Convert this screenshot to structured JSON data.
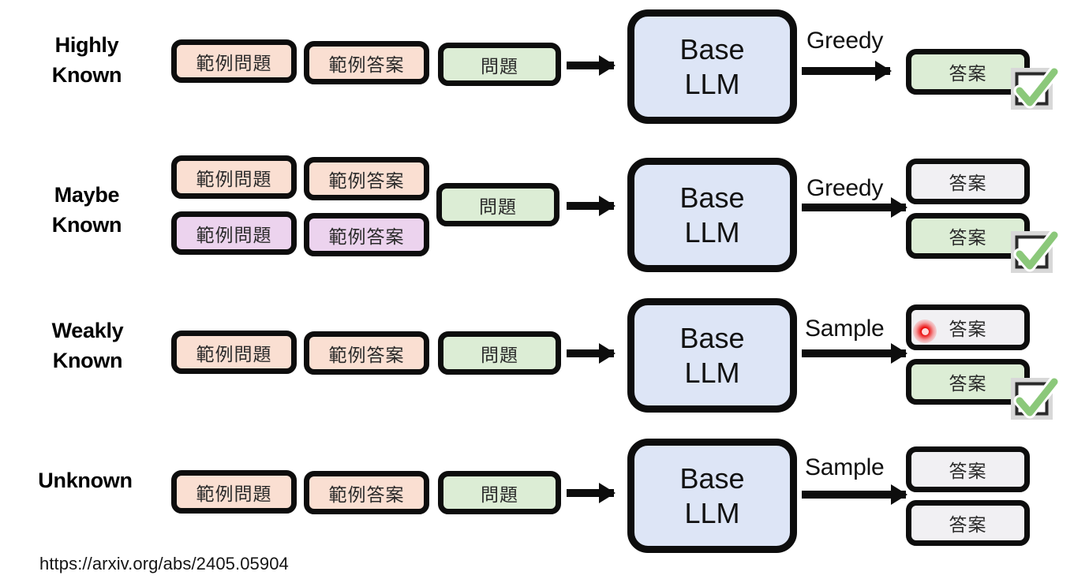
{
  "diagram": {
    "title_rows": [
      {
        "id": "highly-known",
        "label": "Highly\nKnown"
      },
      {
        "id": "maybe-known",
        "label": "Maybe\nKnown"
      },
      {
        "id": "weakly-known",
        "label": "Weakly\nKnown"
      },
      {
        "id": "unknown",
        "label": "Unknown"
      }
    ],
    "labels": {
      "example_question": "範例問題",
      "example_answer": "範例答案",
      "question": "問題",
      "answer": "答案",
      "llm_line1": "Base",
      "llm_line2": "LLM",
      "greedy": "Greedy",
      "sample": "Sample"
    },
    "colors": {
      "pink": "#fadfd2",
      "green": "#dcedd5",
      "purple": "#ecd3ee",
      "grey": "#f1f0f3",
      "blue": "#dde5f6",
      "outline": "#0d0d0d",
      "check_green": "#8bc87a",
      "red_dot": "#ec0b0b"
    },
    "icons": {
      "check": "check-mark-icon",
      "red_dot": "red-dot-indicator-icon",
      "arrow": "right-arrow-icon"
    },
    "source_url": "https://arxiv.org/abs/2405.05904"
  }
}
